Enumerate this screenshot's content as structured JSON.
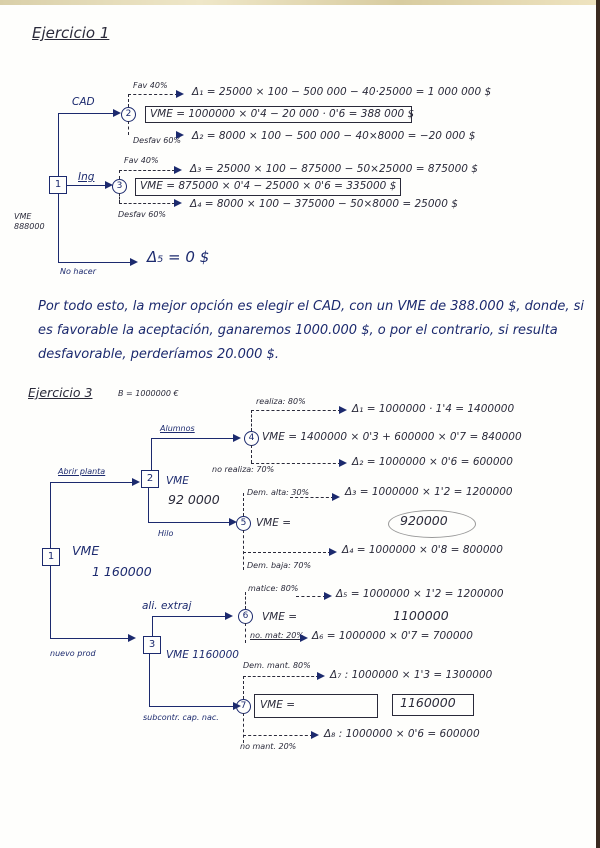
{
  "exercise1": {
    "title": "Ejercicio 1",
    "node1": "1",
    "node1_note": "VME 888000",
    "branches": {
      "cad": "CAD",
      "ing": "Ing",
      "no_hacer": "No hacer"
    },
    "node2": {
      "label": "2",
      "fav": "Fav 40%",
      "delta1": "Δ₁ = 25000 × 100 − 500 000 − 40·25000 = 1 000 000 $",
      "vme": "VME = 1000000 × 0'4 − 20 000 · 0'6 = 388 000 $",
      "desfav": "Desfav 60%",
      "delta2": "Δ₂ = 8000 × 100 − 500 000 − 40×8000 = −20 000 $"
    },
    "node3": {
      "label": "3",
      "fav": "Fav 40%",
      "delta3": "Δ₃ = 25000 × 100 − 875000 − 50×25000 = 875000 $",
      "vme": "VME = 875000 × 0'4 − 25000 × 0'6 = 335000 $",
      "desfav": "Desfav 60%",
      "delta4": "Δ₄ = 8000 × 100 − 375000 − 50×8000 = 25000 $"
    },
    "delta5": "Δ₅ = 0 $",
    "conclusion": "Por todo esto, la mejor opción es elegir el CAD, con un VME de 388.000 $, donde, si es favorable la aceptación, ganaremos 1000.000 $, o por el contrario, si resulta desfavorable, perderíamos 20.000 $."
  },
  "exercise3": {
    "title": "Ejercicio 3",
    "b_note": "B = 1000000 €",
    "node1": "1",
    "node1_vme_label": "VME",
    "node1_vme": "1 160000",
    "branches": {
      "abrir_planta": "Abrir planta",
      "nuevo_prod": "nuevo prod",
      "alumnos": "Alumnos",
      "hilo": "Hilo",
      "ali_extraj": "ali. extraj",
      "subcontr": "subcontr. cap. nac."
    },
    "node2": {
      "label": "2",
      "vme_label": "VME",
      "vme": "92 0000"
    },
    "node3": {
      "label": "3",
      "vme": "VME 1160000"
    },
    "node4": {
      "label": "4",
      "realiza": "realiza: 80%",
      "delta1": "Δ₁ = 1000000 · 1'4 = 1400000",
      "vme": "VME = 1400000 × 0'3 + 600000 × 0'7 = 840000",
      "no_realiza": "no realiza: 70%",
      "delta2": "Δ₂ = 1000000 × 0'6 = 600000"
    },
    "node5": {
      "label": "5",
      "dem_alta": "Dem. alta: 30%",
      "delta3": "Δ₃ = 1000000 × 1'2 = 1200000",
      "vme_label": "VME =",
      "vme": "920000",
      "dem_baja": "Dem. baja: 70%",
      "delta4": "Δ₄ = 1000000 × 0'8 = 800000"
    },
    "node6": {
      "label": "6",
      "matice": "matice: 80%",
      "delta5": "Δ₅ = 1000000 × 1'2 = 1200000",
      "vme_label": "VME =",
      "vme": "1100000",
      "no_mat": "no. mat: 20%",
      "delta6": "Δ₆ = 1000000 × 0'7 = 700000"
    },
    "node7": {
      "label": "7",
      "dem_mant": "Dem. mant. 80%",
      "delta7": "Δ₇ : 1000000 × 1'3 = 1300000",
      "vme_label": "VME =",
      "vme": "1160000",
      "no_mant": "no mant. 20%",
      "delta8": "Δ₈ : 1000000 × 0'6 = 600000"
    }
  }
}
